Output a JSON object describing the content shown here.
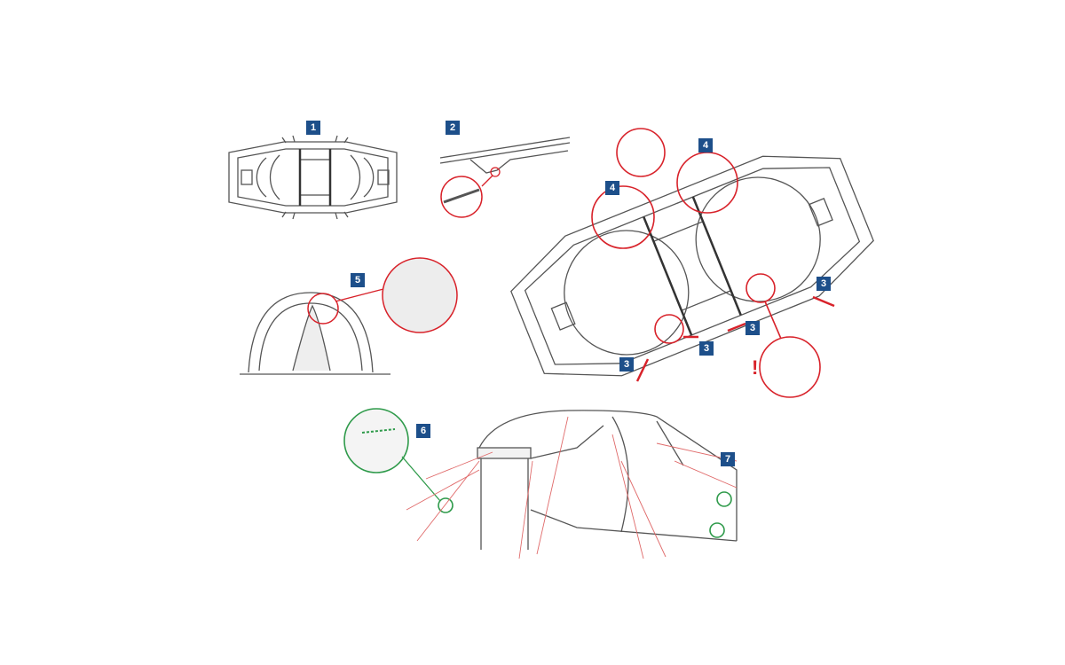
{
  "diagram": {
    "steps": {
      "s1": "1",
      "s2": "2",
      "s3a": "3",
      "s3b": "3",
      "s3c": "3",
      "s3d": "3",
      "s4a": "4",
      "s4b": "4",
      "s5": "5",
      "s6": "6",
      "s7": "7"
    },
    "warning_mark": "!"
  },
  "colors": {
    "badge": "#1d4f8a",
    "accent_red": "#d8222a",
    "accent_green": "#2e9a4a",
    "line": "#555555"
  }
}
